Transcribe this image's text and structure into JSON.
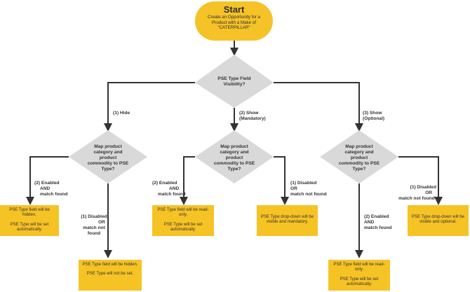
{
  "start": {
    "title": "Start",
    "subtitle": "Create an Opportunity for a Product with a Make of \"CATERPILLAR\""
  },
  "decisions": {
    "visibility": "PSE Type Field Visibility?",
    "map_hide": "Map product category and product commodity to PSE Type?",
    "map_mandatory": "Map product category and product commodity to PSE Type?",
    "map_optional": "Map product category and product commodity to PSE Type?"
  },
  "branches": {
    "hide": "(1) Hide",
    "show_mandatory_1": "(2) Show",
    "show_mandatory_2": "(Mandatory)",
    "show_optional_1": "(3) Show",
    "show_optional_2": "(Optional)",
    "hide_enabled_1": "(2) Enabled",
    "hide_enabled_2": "AND",
    "hide_enabled_3": "match found",
    "hide_disabled_1": "(1) Disabled",
    "hide_disabled_2": "OR",
    "hide_disabled_3": "match not found",
    "mand_enabled_1": "(2) Enabled",
    "mand_enabled_2": "AND",
    "mand_enabled_3": "match found",
    "mand_disabled_1": "(1) Disabled",
    "mand_disabled_2": "OR",
    "mand_disabled_3": "match not found",
    "opt_enabled_1": "(2) Enabled",
    "opt_enabled_2": "AND",
    "opt_enabled_3": "match found",
    "opt_disabled_1": "(1) Disabled",
    "opt_disabled_2": "OR",
    "opt_disabled_3": "match not found"
  },
  "outcomes": {
    "hide_enabled_1": "PSE Type field will be hidden.",
    "hide_enabled_2": "PSE Type will be set automatically.",
    "hide_disabled_1": "PSE Type field will be hidden.",
    "hide_disabled_2": "PSE Type will not be set.",
    "mand_enabled_1": "PSE Type field will be read-only.",
    "mand_enabled_2": "PSE Type will be set automatically.",
    "mand_disabled_1": "PSE Type drop-down will be visible and mandatory.",
    "opt_enabled_1": "PSE Type field will be read-only.",
    "opt_enabled_2": "PSE Type will be set automatically.",
    "opt_disabled_1": "PSE Type drop-down will be visible and optional."
  },
  "colors": {
    "terminal": "#f5c228",
    "decision": "#d9d9d9",
    "outcome": "#f6c325",
    "line": "#333333"
  }
}
